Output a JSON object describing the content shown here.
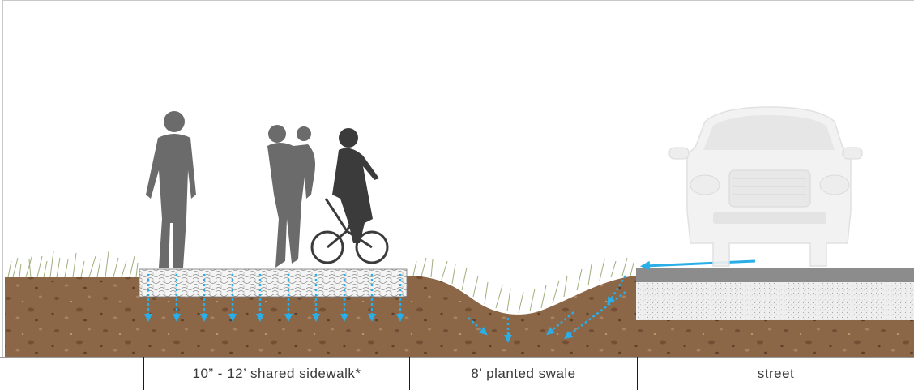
{
  "labels": {
    "sidewalk": "10” - 12’ shared sidewalk*",
    "swale": "8’ planted swale",
    "street": "street"
  },
  "colors": {
    "soil": "#8b6647",
    "soil_dark": "#6e4e34",
    "pavement_top": "#8c8c8c",
    "gravel": "#ececec",
    "silhouette": "#6b6b6b",
    "silhouette_dark": "#3b3b3b",
    "water_arrow": "#29aee8",
    "grass": "#9fae7c"
  },
  "icons": [
    "pedestrian-icon",
    "parent-child-icon",
    "cyclist-icon",
    "car-icon",
    "runoff-arrow-icon",
    "infiltration-arrow-icon"
  ]
}
